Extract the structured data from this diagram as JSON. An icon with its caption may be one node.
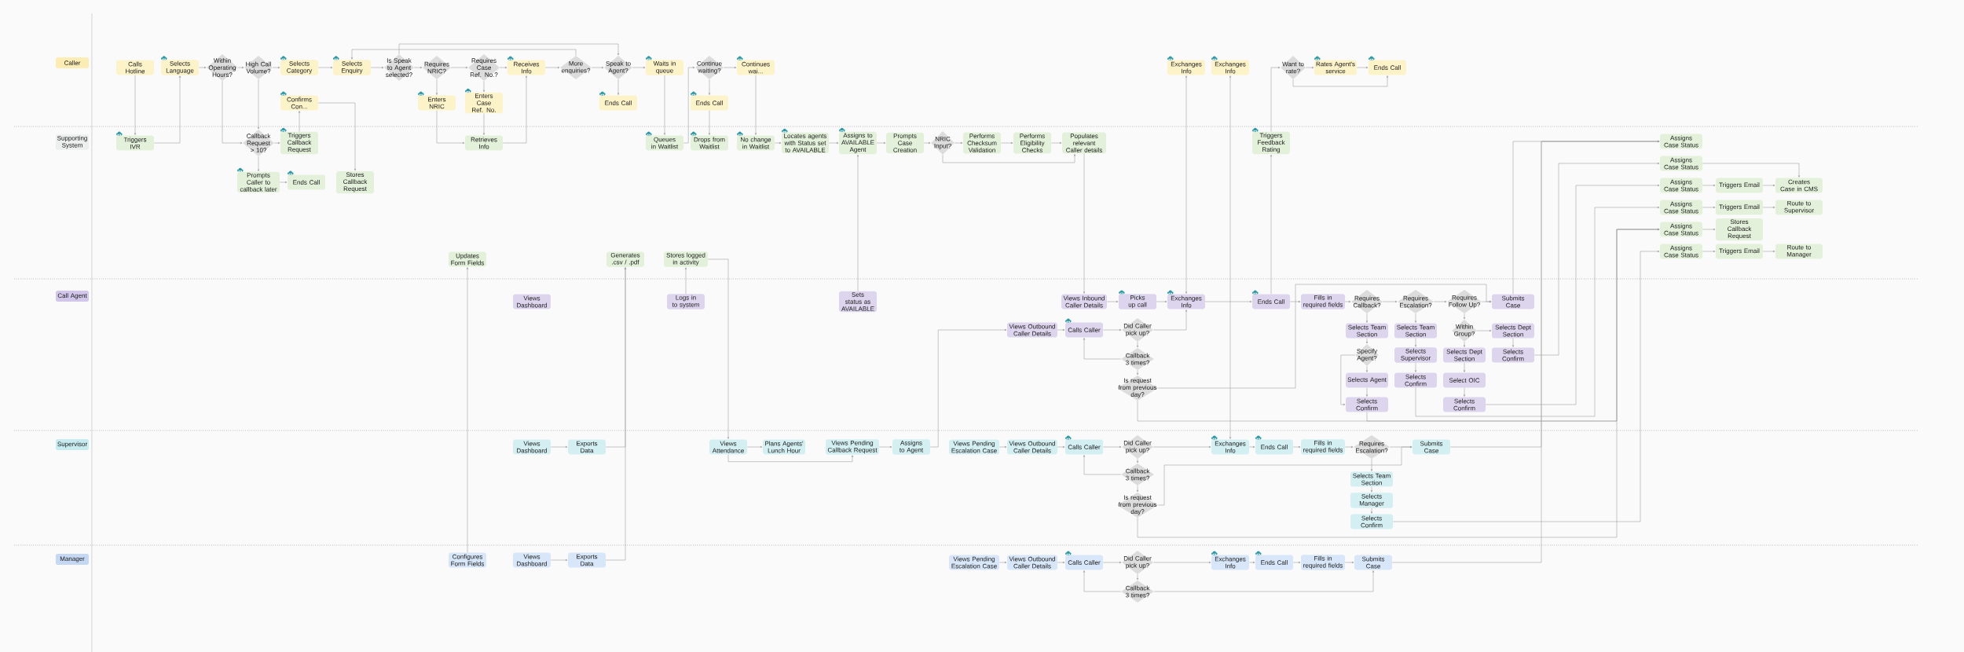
{
  "diagram": {
    "nodes": [
      {
        "text": [
          "Caller"
        ]
      },
      {
        "text": [
          "Calls Hotline"
        ]
      },
      {
        "text": [
          "Selects Language"
        ]
      },
      {
        "text": [
          "Within Operating Hours?"
        ]
      },
      {
        "text": [
          "High Call Volume?"
        ]
      },
      {
        "text": [
          "Selects Category"
        ]
      },
      {
        "text": [
          "Selects Enquiry"
        ]
      },
      {
        "text": [
          "Is Speak to Agent selected?"
        ]
      },
      {
        "text": [
          "Requires NRIC?"
        ]
      },
      {
        "text": [
          "Requires Case Ref. No.?"
        ]
      },
      {
        "text": [
          "Receives Info"
        ]
      },
      {
        "text": [
          "More enquiries?"
        ]
      },
      {
        "text": [
          "Speak to Agent?"
        ]
      },
      {
        "text": [
          "Waits in queue"
        ]
      },
      {
        "text": [
          "Continue waiting?"
        ]
      },
      {
        "text": [
          "Continues wai..."
        ]
      },
      {
        "text": [
          "Exchanges Info"
        ]
      },
      {
        "text": [
          "Exchanges Info"
        ]
      },
      {
        "text": [
          "Want to rate?"
        ]
      },
      {
        "text": [
          "Rates Agent's service"
        ]
      },
      {
        "text": [
          "Ends Call"
        ]
      },
      {
        "text": [
          "Confirms Con..."
        ]
      },
      {
        "text": [
          "Enters NRIC"
        ]
      },
      {
        "text": [
          "Enters Case Ref. No."
        ]
      },
      {
        "text": [
          "Ends Call"
        ]
      },
      {
        "text": [
          "Ends Call"
        ]
      },
      {
        "text": [
          "Supporting System"
        ]
      },
      {
        "text": [
          "Triggers IVR"
        ]
      },
      {
        "text": [
          "Callback Request > 10?"
        ]
      },
      {
        "text": [
          "Triggers Callback Request"
        ]
      },
      {
        "text": [
          "Retrieves Info"
        ]
      },
      {
        "text": [
          "Queues in Waitlist"
        ]
      },
      {
        "text": [
          "Drops from Waitlist"
        ]
      },
      {
        "text": [
          "No change in Waitlist"
        ]
      },
      {
        "text": [
          "Locates agents with Status set to AVAILABLE"
        ]
      },
      {
        "text": [
          "Assigns to AVAILABLE Agent"
        ]
      },
      {
        "text": [
          "Prompts Case Creation"
        ]
      },
      {
        "text": [
          "NRIC Input?"
        ]
      },
      {
        "text": [
          "Performs Checksum Validation"
        ]
      },
      {
        "text": [
          "Performs Eligibility Checks"
        ]
      },
      {
        "text": [
          "Populates relevant Caller details"
        ]
      },
      {
        "text": [
          "Triggers Feedback Rating"
        ]
      },
      {
        "text": [
          "Assigns Case Status"
        ]
      },
      {
        "text": [
          "Assigns Case Status"
        ]
      },
      {
        "text": [
          "Assigns Case Status"
        ]
      },
      {
        "text": [
          "Triggers Email"
        ]
      },
      {
        "text": [
          "Creates Case in CMS"
        ]
      },
      {
        "text": [
          "Assigns Case Status"
        ]
      },
      {
        "text": [
          "Triggers Email"
        ]
      },
      {
        "text": [
          "Route to Supervisor"
        ]
      },
      {
        "text": [
          "Assigns Case Status"
        ]
      },
      {
        "text": [
          "Stores Callback Request"
        ]
      },
      {
        "text": [
          "Assigns Case Status"
        ]
      },
      {
        "text": [
          "Triggers Email"
        ]
      },
      {
        "text": [
          "Route to Manager"
        ]
      },
      {
        "text": [
          "Prompts Caller to callback later"
        ]
      },
      {
        "text": [
          "Ends Call"
        ]
      },
      {
        "text": [
          "Stores Callback Request"
        ]
      },
      {
        "text": [
          "Updates Form Fields"
        ]
      },
      {
        "text": [
          "Generates .csv / .pdf"
        ]
      },
      {
        "text": [
          "Stores logged in activity"
        ]
      },
      {
        "text": [
          "Call Agent"
        ]
      },
      {
        "text": [
          "Views Dashboard"
        ]
      },
      {
        "text": [
          "Logs in to system"
        ]
      },
      {
        "text": [
          "Sets status as AVAILABLE"
        ]
      },
      {
        "text": [
          "Views Inbound Caller Details"
        ]
      },
      {
        "text": [
          "Picks up call"
        ]
      },
      {
        "text": [
          "Exchanges Info"
        ]
      },
      {
        "text": [
          "Ends Call"
        ]
      },
      {
        "text": [
          "Fills in required fields"
        ]
      },
      {
        "text": [
          "Requires Callback?"
        ]
      },
      {
        "text": [
          "Requires Escalation?"
        ]
      },
      {
        "text": [
          "Requires Follow Up?"
        ]
      },
      {
        "text": [
          "Submits Case"
        ]
      },
      {
        "text": [
          "Views Outbound Caller Details"
        ]
      },
      {
        "text": [
          "Calls Caller"
        ]
      },
      {
        "text": [
          "Did Caller pick up?"
        ]
      },
      {
        "text": [
          "Selects Team Section"
        ]
      },
      {
        "text": [
          "Selects Team Section"
        ]
      },
      {
        "text": [
          "Within Group?"
        ]
      },
      {
        "text": [
          "Selects Dept Section"
        ]
      },
      {
        "text": [
          "Specify Agent?"
        ]
      },
      {
        "text": [
          "Selects Supervisor"
        ]
      },
      {
        "text": [
          "Selects Dept Section"
        ]
      },
      {
        "text": [
          "Selects Confirm"
        ]
      },
      {
        "text": [
          "Callback 3 times?"
        ]
      },
      {
        "text": [
          "Selects Agent"
        ]
      },
      {
        "text": [
          "Selects Confirm"
        ]
      },
      {
        "text": [
          "Select OIC"
        ]
      },
      {
        "text": [
          "Is request from previous day?"
        ]
      },
      {
        "text": [
          "Selects Confirm"
        ]
      },
      {
        "text": [
          "Selects Confirm"
        ]
      },
      {
        "text": [
          "Supervisor"
        ]
      },
      {
        "text": [
          "Views Dashboard"
        ]
      },
      {
        "text": [
          "Exports Data"
        ]
      },
      {
        "text": [
          "Views Attendance"
        ]
      },
      {
        "text": [
          "Plans Agents' Lunch Hour"
        ]
      },
      {
        "text": [
          "Views Pending Callback Request"
        ]
      },
      {
        "text": [
          "Assigns to Agent"
        ]
      },
      {
        "text": [
          "Views Pending Escalation Case"
        ]
      },
      {
        "text": [
          "Views Outbound Caller Details"
        ]
      },
      {
        "text": [
          "Calls Caller"
        ]
      },
      {
        "text": [
          "Did Caller pick up?"
        ]
      },
      {
        "text": [
          "Exchanges Info"
        ]
      },
      {
        "text": [
          "Ends Call"
        ]
      },
      {
        "text": [
          "Fills in required fields"
        ]
      },
      {
        "text": [
          "Requires Escalation?"
        ]
      },
      {
        "text": [
          "Submits Case"
        ]
      },
      {
        "text": [
          "Callback 3 times?"
        ]
      },
      {
        "text": [
          "Selects Team Section"
        ]
      },
      {
        "text": [
          "Is request from previous day?"
        ]
      },
      {
        "text": [
          "Selects Manager"
        ]
      },
      {
        "text": [
          "Selects Confirm"
        ]
      },
      {
        "text": [
          "Manager"
        ]
      },
      {
        "text": [
          "Configures Form Fields"
        ]
      },
      {
        "text": [
          "Views Dashboard"
        ]
      },
      {
        "text": [
          "Exports Data"
        ]
      },
      {
        "text": [
          "Views Pending Escalation Case"
        ]
      },
      {
        "text": [
          "Views Outbound Caller Details"
        ]
      },
      {
        "text": [
          "Calls Caller"
        ]
      },
      {
        "text": [
          "Did Caller pick up?"
        ]
      },
      {
        "text": [
          "Exchanges Info"
        ]
      },
      {
        "text": [
          "Ends Call"
        ]
      },
      {
        "text": [
          "Fills in required fields"
        ]
      },
      {
        "text": [
          "Submits Case"
        ]
      },
      {
        "text": [
          "Callback 3 times?"
        ]
      }
    ],
    "edges": [
      {
        "from": 1,
        "to": 27,
        "arrow": "to"
      },
      {
        "from": 27,
        "to": 2,
        "arrow": "to"
      },
      {
        "from": 2,
        "to": 3,
        "arrow": "to"
      },
      {
        "from": 3,
        "to": 4,
        "arrow": "to"
      },
      {
        "from": 3,
        "to": 28,
        "arrow": "to"
      },
      {
        "from": 4,
        "to": 28,
        "arrow": "to"
      },
      {
        "from": 4,
        "to": 5,
        "arrow": "to"
      },
      {
        "from": 28,
        "to": 29,
        "arrow": "to"
      },
      {
        "from": 28,
        "to": 55,
        "arrow": "to"
      },
      {
        "from": 55,
        "to": 56,
        "arrow": "to"
      },
      {
        "from": 29,
        "to": 21,
        "arrow": "to"
      },
      {
        "from": 21,
        "to": 57,
        "arrow": "to"
      },
      {
        "from": 5,
        "to": 6,
        "arrow": "to"
      },
      {
        "from": 6,
        "to": 7,
        "arrow": "to"
      },
      {
        "from": 7,
        "to": 12,
        "arrow": "to"
      },
      {
        "from": 7,
        "to": 8,
        "arrow": "to"
      },
      {
        "from": 8,
        "to": 22,
        "arrow": "to"
      },
      {
        "from": 8,
        "to": 9,
        "arrow": "to"
      },
      {
        "from": 9,
        "to": 23,
        "arrow": "to"
      },
      {
        "from": 9,
        "to": 10,
        "arrow": "to"
      },
      {
        "from": 22,
        "to": 30,
        "arrow": "to"
      },
      {
        "from": 23,
        "to": 30,
        "arrow": "to"
      },
      {
        "from": 30,
        "to": 10,
        "arrow": "to"
      },
      {
        "from": 10,
        "to": 11,
        "arrow": "to"
      },
      {
        "from": 11,
        "to": 6,
        "arrow": "to"
      },
      {
        "from": 11,
        "to": 12,
        "arrow": "to"
      },
      {
        "from": 12,
        "to": 24,
        "arrow": "to"
      },
      {
        "from": 12,
        "to": 13,
        "arrow": "to"
      },
      {
        "from": 13,
        "to": 31,
        "arrow": "to"
      },
      {
        "from": 31,
        "to": 14,
        "arrow": "to"
      },
      {
        "from": 14,
        "to": 15,
        "arrow": "to"
      },
      {
        "from": 14,
        "to": 25,
        "arrow": "to"
      },
      {
        "from": 25,
        "to": 32,
        "arrow": "to"
      },
      {
        "from": 15,
        "to": 33,
        "arrow": "to"
      },
      {
        "from": 33,
        "to": 34,
        "arrow": "to"
      },
      {
        "from": 34,
        "to": 35,
        "arrow": "to"
      },
      {
        "from": 35,
        "to": 36,
        "arrow": "to"
      },
      {
        "from": 36,
        "to": 37,
        "arrow": "to"
      },
      {
        "from": 37,
        "to": 38,
        "arrow": "to"
      },
      {
        "from": 38,
        "to": 39,
        "arrow": "to"
      },
      {
        "from": 39,
        "to": 40,
        "arrow": "to"
      },
      {
        "from": 37,
        "to": 40,
        "arrow": "to"
      },
      {
        "from": 40,
        "to": 65,
        "arrow": "to"
      },
      {
        "from": 64,
        "to": 35,
        "arrow": "to"
      },
      {
        "from": 65,
        "to": 66,
        "arrow": "to"
      },
      {
        "from": 66,
        "to": 67,
        "arrow": "to"
      },
      {
        "from": 16,
        "to": 67,
        "arrow": "both"
      },
      {
        "from": 67,
        "to": 68,
        "arrow": "to"
      },
      {
        "from": 17,
        "to": 103,
        "arrow": "both"
      },
      {
        "from": 76,
        "to": 67,
        "arrow": "to"
      },
      {
        "from": 68,
        "to": 41,
        "arrow": "to"
      },
      {
        "from": 41,
        "to": 18,
        "arrow": "to"
      },
      {
        "from": 18,
        "to": 19,
        "arrow": "to"
      },
      {
        "from": 19,
        "to": 20,
        "arrow": "to"
      },
      {
        "from": 18,
        "to": 20,
        "arrow": "to"
      },
      {
        "from": 68,
        "to": 69,
        "arrow": "to"
      },
      {
        "from": 69,
        "to": 70,
        "arrow": "to"
      },
      {
        "from": 70,
        "to": 71,
        "arrow": "to"
      },
      {
        "from": 71,
        "to": 72,
        "arrow": "to"
      },
      {
        "from": 72,
        "to": 73,
        "arrow": "to"
      },
      {
        "from": 89,
        "to": 73,
        "arrow": "to"
      },
      {
        "from": 74,
        "to": 75,
        "arrow": "to"
      },
      {
        "from": 75,
        "to": 76,
        "arrow": "to"
      },
      {
        "from": 76,
        "to": 85,
        "arrow": "to"
      },
      {
        "from": 85,
        "to": 75,
        "arrow": "to"
      },
      {
        "from": 85,
        "to": 89,
        "arrow": "to"
      },
      {
        "from": 89,
        "to": 50,
        "arrow": "to"
      },
      {
        "from": 70,
        "to": 77,
        "arrow": "to"
      },
      {
        "from": 71,
        "to": 78,
        "arrow": "to"
      },
      {
        "from": 72,
        "to": 79,
        "arrow": "to"
      },
      {
        "from": 79,
        "to": 80,
        "arrow": "to"
      },
      {
        "from": 79,
        "to": 83,
        "arrow": "to"
      },
      {
        "from": 80,
        "to": 84,
        "arrow": "to"
      },
      {
        "from": 77,
        "to": 81,
        "arrow": "to"
      },
      {
        "from": 81,
        "to": 86,
        "arrow": "to"
      },
      {
        "from": 81,
        "to": 90,
        "arrow": "to"
      },
      {
        "from": 86,
        "to": 90,
        "arrow": "to"
      },
      {
        "from": 78,
        "to": 82,
        "arrow": "to"
      },
      {
        "from": 82,
        "to": 87,
        "arrow": "to"
      },
      {
        "from": 83,
        "to": 88,
        "arrow": "to"
      },
      {
        "from": 88,
        "to": 91,
        "arrow": "to"
      },
      {
        "from": 84,
        "to": 43,
        "arrow": "to"
      },
      {
        "from": 91,
        "to": 44,
        "arrow": "to"
      },
      {
        "from": 87,
        "to": 47,
        "arrow": "to"
      },
      {
        "from": 90,
        "to": 50,
        "arrow": "to"
      },
      {
        "from": 73,
        "to": 42,
        "arrow": "to"
      },
      {
        "from": 107,
        "to": 42,
        "arrow": "to"
      },
      {
        "from": 124,
        "to": 42,
        "arrow": "to"
      },
      {
        "from": 112,
        "to": 52,
        "arrow": "to"
      },
      {
        "from": 110,
        "to": 50,
        "arrow": "to"
      },
      {
        "from": 43,
        "to": 46,
        "arrow": "to"
      },
      {
        "from": 44,
        "to": 45,
        "arrow": "to"
      },
      {
        "from": 45,
        "to": 46,
        "arrow": "to"
      },
      {
        "from": 47,
        "to": 48,
        "arrow": "to"
      },
      {
        "from": 48,
        "to": 49,
        "arrow": "to"
      },
      {
        "from": 50,
        "to": 51,
        "arrow": "to"
      },
      {
        "from": 52,
        "to": 53,
        "arrow": "to"
      },
      {
        "from": 53,
        "to": 54,
        "arrow": "to"
      },
      {
        "from": 95,
        "to": 96,
        "arrow": "to"
      },
      {
        "from": 95,
        "to": 97,
        "arrow": "to"
      },
      {
        "from": 97,
        "to": 98,
        "arrow": "to"
      },
      {
        "from": 98,
        "to": 74,
        "arrow": "to"
      },
      {
        "from": 99,
        "to": 100,
        "arrow": "to"
      },
      {
        "from": 100,
        "to": 101,
        "arrow": "to"
      },
      {
        "from": 101,
        "to": 102,
        "arrow": "to"
      },
      {
        "from": 102,
        "to": 103,
        "arrow": "to"
      },
      {
        "from": 102,
        "to": 108,
        "arrow": "to"
      },
      {
        "from": 108,
        "to": 101,
        "arrow": "to"
      },
      {
        "from": 108,
        "to": 110,
        "arrow": "to"
      },
      {
        "from": 110,
        "to": 107,
        "arrow": "to"
      },
      {
        "from": 103,
        "to": 104,
        "arrow": "to"
      },
      {
        "from": 104,
        "to": 105,
        "arrow": "to"
      },
      {
        "from": 105,
        "to": 106,
        "arrow": "to"
      },
      {
        "from": 106,
        "to": 107,
        "arrow": "to"
      },
      {
        "from": 106,
        "to": 109,
        "arrow": "to"
      },
      {
        "from": 109,
        "to": 111,
        "arrow": "to"
      },
      {
        "from": 111,
        "to": 112,
        "arrow": "to"
      },
      {
        "from": 60,
        "to": 95,
        "arrow": "to"
      },
      {
        "from": 63,
        "to": 60,
        "arrow": "to"
      },
      {
        "from": 93,
        "to": 94,
        "arrow": "to"
      },
      {
        "from": 94,
        "to": 59,
        "arrow": "to"
      },
      {
        "from": 115,
        "to": 116,
        "arrow": "to"
      },
      {
        "from": 116,
        "to": 59,
        "arrow": "to"
      },
      {
        "from": 114,
        "to": 58,
        "arrow": "to"
      },
      {
        "from": 117,
        "to": 118,
        "arrow": "to"
      },
      {
        "from": 118,
        "to": 119,
        "arrow": "to"
      },
      {
        "from": 119,
        "to": 120,
        "arrow": "to"
      },
      {
        "from": 120,
        "to": 121,
        "arrow": "to"
      },
      {
        "from": 121,
        "to": 122,
        "arrow": "to"
      },
      {
        "from": 122,
        "to": 123,
        "arrow": "to"
      },
      {
        "from": 123,
        "to": 124,
        "arrow": "to"
      },
      {
        "from": 120,
        "to": 125,
        "arrow": "to"
      },
      {
        "from": 125,
        "to": 119,
        "arrow": "to"
      },
      {
        "from": 125,
        "to": 124,
        "arrow": "to"
      }
    ]
  }
}
